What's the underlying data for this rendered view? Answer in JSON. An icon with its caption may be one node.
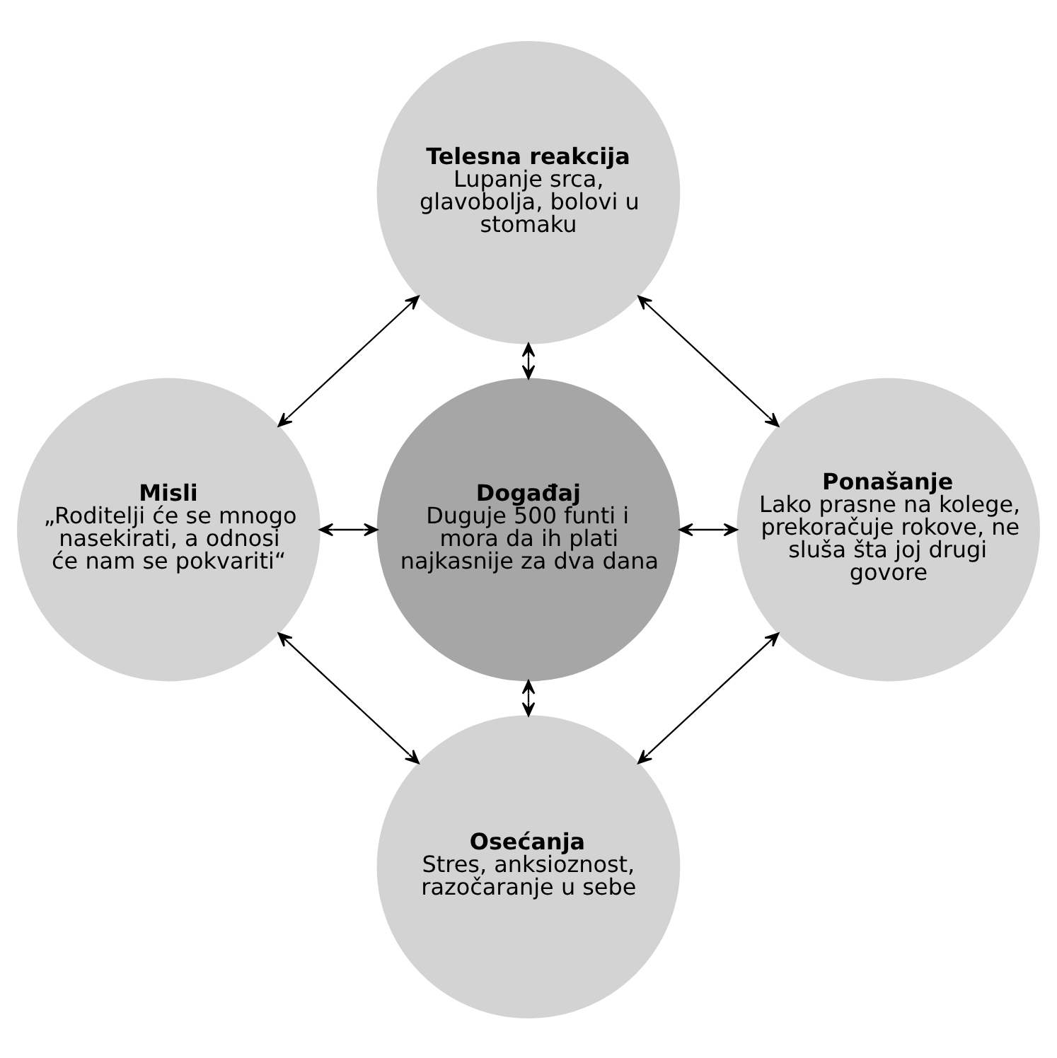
{
  "diagram": {
    "nodes": [
      {
        "text": [
          "Telesna reakcija",
          "Lupanje srca, glavobolja, bolovi u stomaku"
        ]
      },
      {
        "text": [
          "Misli",
          "„Roditelji će se mnogo nasekirati, a odnosi će nam se pokvariti“"
        ]
      },
      {
        "text": [
          "Događaj",
          "Duguje 500 funti i mora da ih plati najkasnije za dva dana"
        ]
      },
      {
        "text": [
          "Ponašanje",
          "Lako prasne na kolege, prekoračuje rokove, ne sluša šta joj drugi govore"
        ]
      },
      {
        "text": [
          "Osećanja",
          "Stres, anksioznost, razočaranje u sebe"
        ]
      }
    ],
    "edges": [
      {
        "from": 0,
        "to": 1,
        "arrow": "both"
      },
      {
        "from": 0,
        "to": 3,
        "arrow": "both"
      },
      {
        "from": 0,
        "to": 2,
        "arrow": "both"
      },
      {
        "from": 1,
        "to": 2,
        "arrow": "both"
      },
      {
        "from": 2,
        "to": 3,
        "arrow": "both"
      },
      {
        "from": 2,
        "to": 4,
        "arrow": "both"
      },
      {
        "from": 1,
        "to": 4,
        "arrow": "both"
      },
      {
        "from": 3,
        "to": 4,
        "arrow": "both"
      }
    ]
  }
}
